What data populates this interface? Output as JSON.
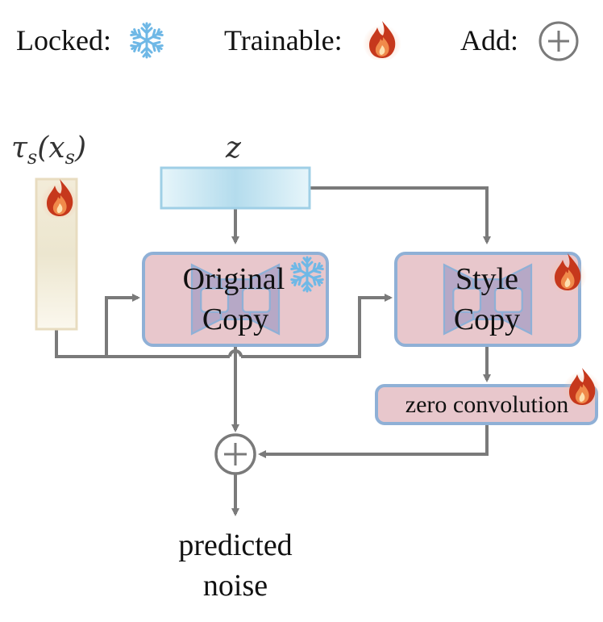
{
  "legend": {
    "locked_label": "Locked:",
    "trainable_label": "Trainable:",
    "add_label": "Add:",
    "locked_icon": "snowflake-icon",
    "trainable_icon": "flame-icon",
    "add_icon": "circle-plus-icon"
  },
  "style_input": {
    "tau": "τ",
    "sub": "s",
    "arg": "(x",
    "arg_sub": "s",
    "close": ")"
  },
  "latent": {
    "label": "z"
  },
  "original_copy": {
    "line1": "Original",
    "line2": "Copy",
    "state_icon": "snowflake-icon"
  },
  "style_copy": {
    "line1": "Style",
    "line2": "Copy",
    "state_icon": "flame-icon"
  },
  "zero_conv": {
    "label": "zero convolution",
    "state_icon": "flame-icon"
  },
  "output": {
    "line1": "predicted",
    "line2": "noise"
  },
  "colors": {
    "block_fill": "#e8c7cc",
    "block_border": "#8fb0d6",
    "unet_fill": "#b6a8c6",
    "unet_stroke": "#8fb0d6",
    "arrow": "#7a7a7a",
    "snowflake": "#6fb8e6",
    "flame_outer": "#c6381c",
    "flame_glow": "#f6c3a8",
    "latent_fill": "#cfe9f3",
    "latent_border": "#9fcfe6"
  }
}
